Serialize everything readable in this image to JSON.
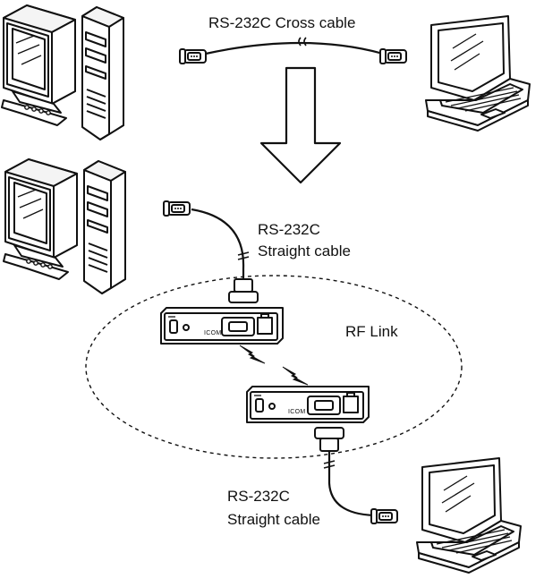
{
  "labels": {
    "cross_cable": "RS-232C Cross cable",
    "straight_top_1": "RS-232C",
    "straight_top_2": "Straight cable",
    "rf_link": "RF Link",
    "straight_bottom_1": "RS-232C",
    "straight_bottom_2": "Straight cable"
  },
  "device_brand": "ICOM",
  "colors": {
    "stroke": "#111111",
    "fill": "#ffffff"
  },
  "icons": [
    "desktop-computer-icon",
    "laptop-computer-icon",
    "db9-connector-icon",
    "radio-modem-icon",
    "lightning-bolt-icon",
    "down-arrow-icon"
  ]
}
